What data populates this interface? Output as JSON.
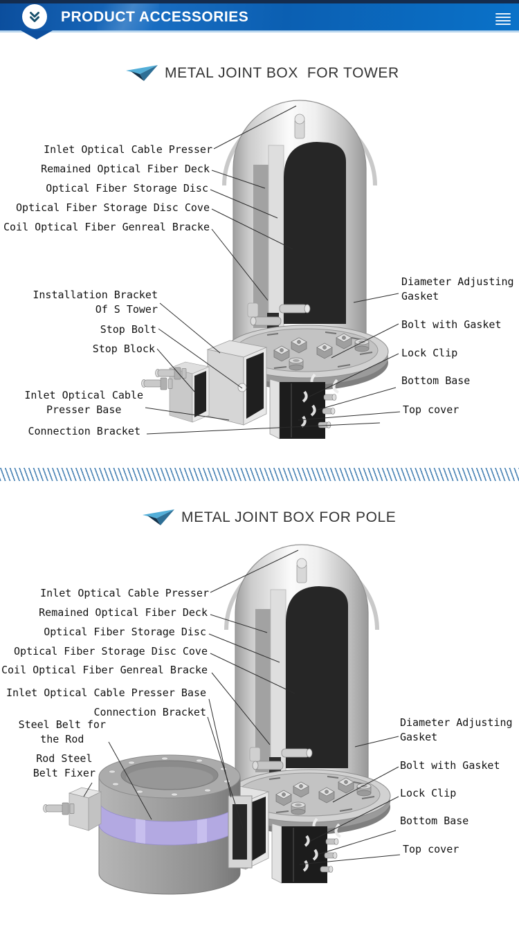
{
  "header": {
    "title": "PRODUCT ACCESSORIES",
    "badge_icon": "double-chevron-down",
    "menu_icon": "hamburger-menu"
  },
  "sections": [
    {
      "id": "tower",
      "title": "METAL JOINT BOX  FOR TOWER",
      "labels_left": [
        "Inlet Optical Cable Presser",
        "Remained Optical Fiber Deck",
        "Optical Fiber Storage Disc",
        "Optical Fiber Storage Disc Cove",
        "Coil Optical Fiber Genreal Bracke",
        "Installation Bracket\nOf S Tower",
        "Stop Bolt",
        "Stop Block",
        "Inlet Optical Cable\nPresser Base",
        "Connection Bracket"
      ],
      "labels_right": [
        "Diameter Adjusting\nGasket",
        "Bolt with Gasket",
        "Lock Clip",
        "Bottom Base",
        "Top cover"
      ]
    },
    {
      "id": "pole",
      "title": "METAL JOINT BOX FOR POLE",
      "labels_left": [
        "Inlet Optical Cable Presser",
        "Remained Optical Fiber Deck",
        "Optical Fiber Storage Disc",
        "Optical Fiber Storage Disc Cove",
        "Coil Optical Fiber Genreal Bracke",
        "Inlet Optical Cable Presser Base",
        "Connection Bracket",
        "Steel Belt for\nthe Rod",
        "Rod Steel\nBelt Fixer"
      ],
      "labels_right": [
        "Diameter Adjusting\nGasket",
        "Bolt with Gasket",
        "Lock Clip",
        "Bottom Base",
        "Top cover"
      ]
    }
  ],
  "colors": {
    "header_top_strip": "#142c4e",
    "header_blue": "#0b4e9d",
    "header_blue_light": "#0a72c9",
    "divider_stripe": "#4f87b7",
    "belt_purple": "#b3a9e2",
    "triangle_blue": "#53aed8",
    "label_text": "#111111"
  }
}
